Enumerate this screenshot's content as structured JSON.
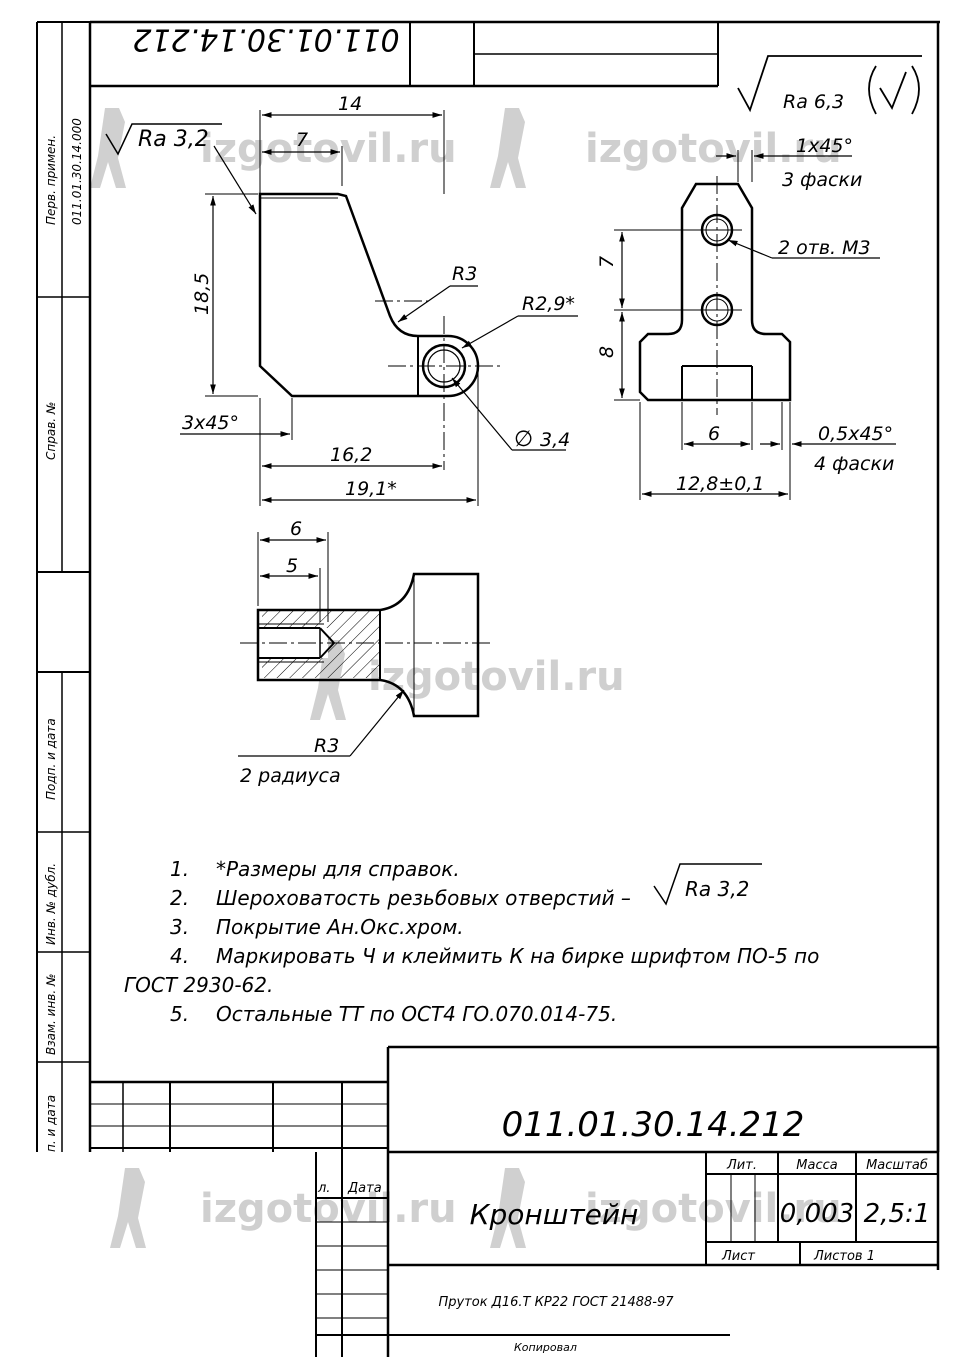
{
  "watermark": "izgotovil.ru",
  "top_stamp_number": "011.01.30.14.212",
  "side_column": {
    "first_use_label": "Перв. примен.",
    "first_use_value": "011.01.30.14.000",
    "reference_label": "Справ. №",
    "sign_date_label": "Подп. и дата",
    "inv_dup_label": "Инв. № дубл.",
    "replace_inv_label": "Взам. инв. №",
    "sign_date_label_2": "п. и дата"
  },
  "roughness": {
    "general": "Ra 6,3",
    "surface": "Ra 3,2",
    "threads": "Ra 3,2"
  },
  "dimensions": {
    "d14": "14",
    "d7": "7",
    "d18_5": "18,5",
    "r3": "R3",
    "r2_9": "R2,9*",
    "chamfer_3x45": "3x45°",
    "d16_2": "16,2",
    "d19_1": "19,1*",
    "dia3_4": "3,4",
    "chamfer_1x45": "1x45°",
    "chamfer_1x45_note": "3 фаски",
    "holes": "2 отв. М3",
    "v7": "7",
    "v8": "8",
    "w6": "6",
    "chamfer_05x45": "0,5x45°",
    "chamfer_05x45_note": "4 фаски",
    "w12_8": "12,8±0,1",
    "s6": "6",
    "s5": "5",
    "sec_r3": "R3",
    "sec_r3_note": "2 радиуса"
  },
  "notes": [
    {
      "num": "1.",
      "text": "*Размеры для справок."
    },
    {
      "num": "2.",
      "text": "Шероховатость резьбовых отверстий –"
    },
    {
      "num": "3.",
      "text": "Покрытие Ан.Окс.хром."
    },
    {
      "num": "4.",
      "text": "Маркировать Ч и клеймить К на бирке шрифтом ПО-5 по"
    },
    {
      "num": "",
      "text": "ГОСТ 2930-62."
    },
    {
      "num": "5.",
      "text": "Остальные ТТ по ОСТ4 ГО.070.014-75."
    }
  ],
  "title_block": {
    "designation": "011.01.30.14.212",
    "name": "Кронштейн",
    "material": "Пруток Д16.Т КР22 ГОСТ 21488-97",
    "lit_label": "Лит.",
    "mass_label": "Масса",
    "scale_label": "Масштаб",
    "mass_value": "0,003",
    "scale_value": "2,5:1",
    "sheet_label": "Лист",
    "sheets_label": "Листов 1",
    "date_label": "Дата",
    "doc_label": "л.",
    "copied_label": "Копировал"
  }
}
